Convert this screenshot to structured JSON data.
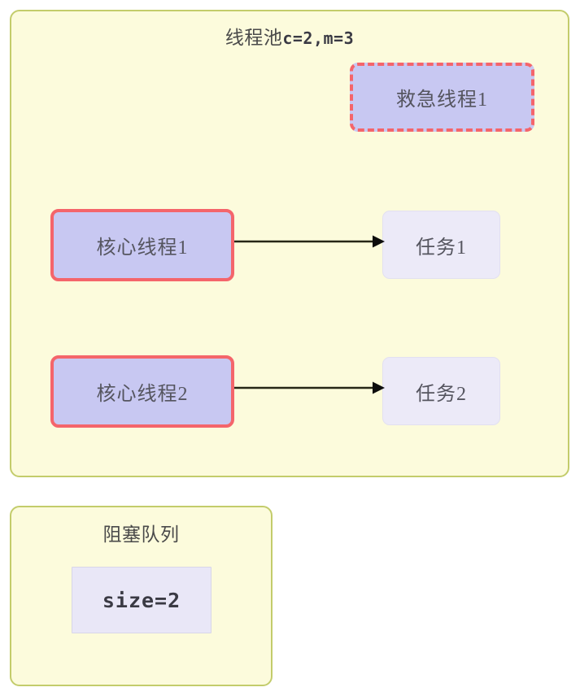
{
  "diagram": {
    "pool": {
      "title_cjk": "线程池",
      "title_params": "c=2,m=3",
      "border_color": "#c3cc6b",
      "fill_color": "#fcfbdc",
      "threads": [
        {
          "label": "核心线程1",
          "kind": "core",
          "border_style": "solid",
          "border_color": "#f4656b",
          "fill_color": "#c8c8f2"
        },
        {
          "label": "核心线程2",
          "kind": "core",
          "border_style": "solid",
          "border_color": "#f4656b",
          "fill_color": "#c8c8f2"
        },
        {
          "label": "救急线程1",
          "kind": "emergency",
          "border_style": "dashed",
          "border_color": "#f4656b",
          "fill_color": "#c8c8f2"
        }
      ],
      "tasks": [
        {
          "label": "任务1",
          "fill_color": "#eceaf8"
        },
        {
          "label": "任务2",
          "fill_color": "#eceaf8"
        }
      ],
      "arrows": [
        {
          "from": "核心线程1",
          "to": "任务1",
          "color": "#262616"
        },
        {
          "from": "核心线程2",
          "to": "任务2",
          "color": "#262616"
        }
      ]
    },
    "queue": {
      "title": "阻塞队列",
      "border_color": "#c3cc6b",
      "fill_color": "#fcfbdc",
      "size_label": "size=2",
      "size_box_fill": "#e9e7f7"
    }
  }
}
